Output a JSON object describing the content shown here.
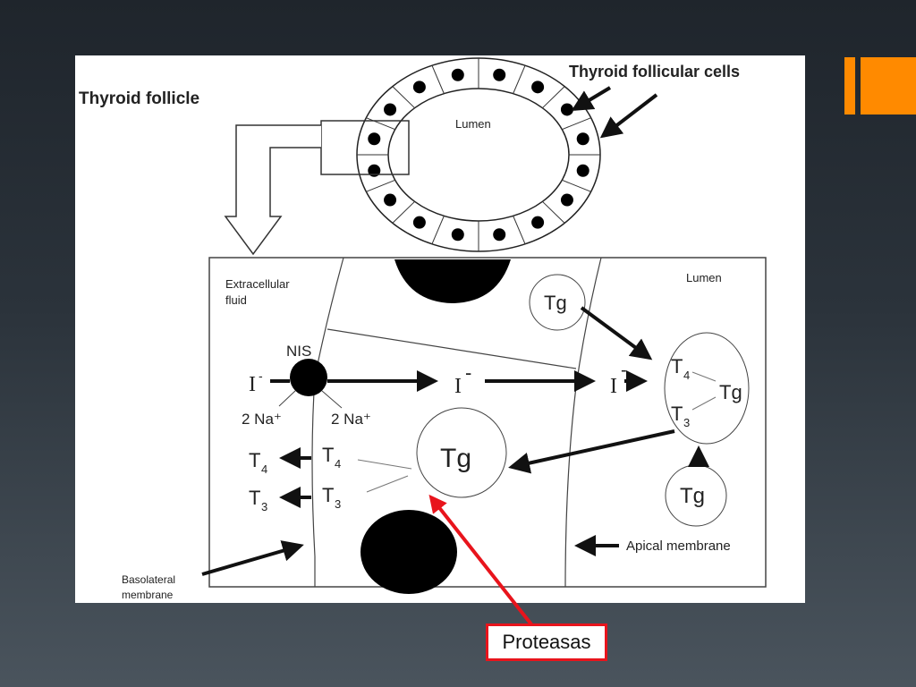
{
  "slide": {
    "accent_color": "#ff8a00",
    "callout_color": "#e8141c",
    "callout_label": "Proteasas"
  },
  "diagram": {
    "labels": {
      "thyroid_follicle": "Thyroid follicle",
      "follicular_cells": "Thyroid follicular cells",
      "lumen_top": "Lumen",
      "extracellular_fluid_1": "Extracellular",
      "extracellular_fluid_2": "fluid",
      "lumen_cell": "Lumen",
      "nis": "NIS",
      "iodide_left": "I",
      "iodide_mid": "I",
      "iodide_right": "I",
      "minus": "-",
      "sodium_left": "2 Na⁺",
      "sodium_right": "2 Na⁺",
      "tg_top": "Tg",
      "tg_right": "Tg",
      "tg_center": "Tg",
      "tg_bottom": "Tg",
      "t4_cluster": "T",
      "t3_cluster": "T",
      "t4_inner": "T",
      "t3_inner": "T",
      "t4_out": "T",
      "t3_out": "T",
      "sub4": "4",
      "sub3": "3",
      "apical_membrane": "Apical membrane",
      "basolateral_1": "Basolateral",
      "basolateral_2": "membrane"
    }
  }
}
